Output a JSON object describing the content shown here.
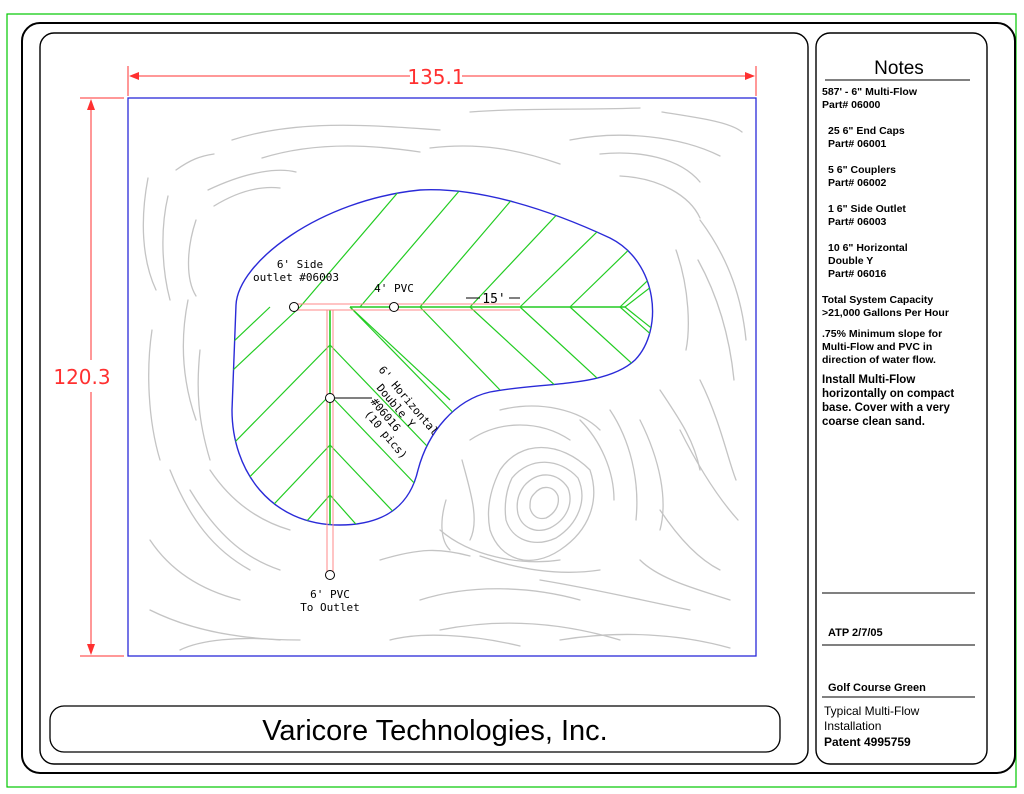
{
  "company": "Varicore Technologies, Inc.",
  "dimensions": {
    "width": "135.1",
    "height": "120.3"
  },
  "labels": {
    "side_outlet_1": "6' Side",
    "side_outlet_2": "outlet #06003",
    "pvc4": "4' PVC",
    "spacing": "15'",
    "hdy_1": "6' Horizontal",
    "hdy_2": "Double Y",
    "hdy_3": "#06016",
    "hdy_4": "(10 pics)",
    "outlet_1": "6' PVC",
    "outlet_2": "To Outlet"
  },
  "notes": {
    "title": "Notes",
    "items": [
      "587' - 6\" Multi-Flow\nPart# 06000",
      "25  6\" End Caps\nPart# 06001",
      "5  6\" Couplers\nPart# 06002",
      "1  6\" Side Outlet\nPart# 06003",
      "10  6\" Horizontal\nDouble Y\nPart# 06016"
    ],
    "capacity": "Total System Capacity\n>21,000 Gallons Per Hour",
    "slope": ".75% Minimum slope for\nMulti-Flow and PVC in\ndirection of water flow.",
    "install": "Install Multi-Flow\nhorizontally on compact\nbase.  Cover with a very\ncoarse clean sand."
  },
  "titleblock": {
    "drawn_by": "ATP  2/7/05",
    "project": "Golf Course Green",
    "desc_1": "Typical Multi-Flow",
    "desc_2": "Installation",
    "patent": "Patent 4995759"
  },
  "colors": {
    "border_green": "#00c800",
    "dimension_red": "#ff3030",
    "outline_blue": "#2a2ad8",
    "pipe_green": "#22cc22",
    "contour_gray": "#c4c4c4",
    "pvc_pink": "#ff8888"
  }
}
